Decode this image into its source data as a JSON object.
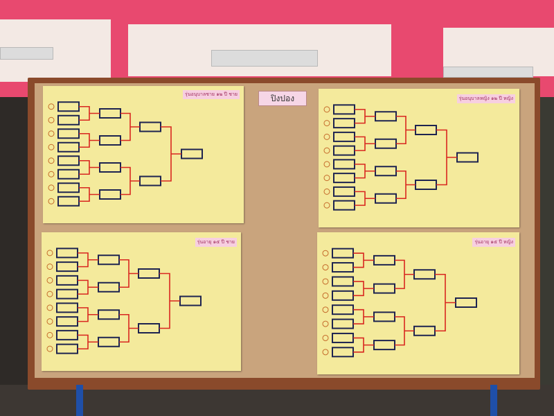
{
  "board": {
    "title": "ปิงปอง"
  },
  "sheets": [
    {
      "label": "รุ่นอนุบาลชาย ๑๒ ปี ชาย"
    },
    {
      "label": "รุ่นอนุบาลหญิง ๑๒ ปี หญิง"
    },
    {
      "label": "รุ่นอายุ ๑๕ ปี ชาย"
    },
    {
      "label": "รุ่นอายุ ๑๕ ปี หญิง"
    }
  ]
}
